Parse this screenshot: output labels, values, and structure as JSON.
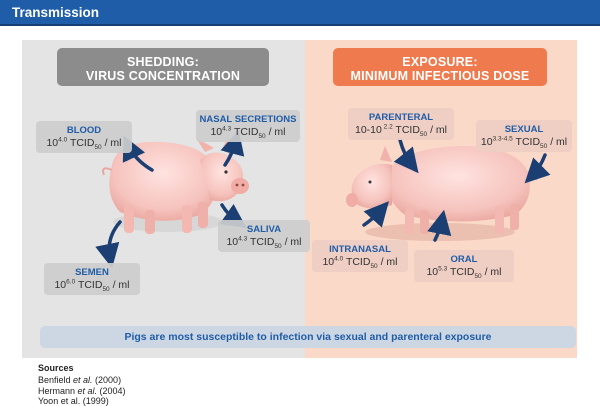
{
  "header": {
    "title": "Transmission"
  },
  "shedding": {
    "title_line1": "SHEDDING:",
    "title_line2": "VIRUS CONCENTRATION",
    "items": [
      {
        "title": "BLOOD",
        "base": "10",
        "exp": "4.0",
        "tcid": "TCID",
        "sub": "50",
        "unit": " / ml"
      },
      {
        "title": "NASAL SECRETIONS",
        "base": "10",
        "exp": "4.3",
        "tcid": "TCID",
        "sub": "50",
        "unit": " / ml"
      },
      {
        "title": "SALIVA",
        "base": "10",
        "exp": "4.3",
        "tcid": "TCID",
        "sub": "50",
        "unit": " / ml"
      },
      {
        "title": "SEMEN",
        "base": "10",
        "exp": "6.0",
        "tcid": "TCID",
        "sub": "50",
        "unit": " / ml"
      }
    ]
  },
  "exposure": {
    "title_line1": "EXPOSURE:",
    "title_line2": "MINIMUM INFECTIOUS DOSE",
    "items": [
      {
        "title": "PARENTERAL",
        "base": "10-10",
        "exp": " 2.2",
        "tcid": "TCID",
        "sub": "50",
        "unit": " / ml"
      },
      {
        "title": "SEXUAL",
        "base": "10",
        "exp": "3.3-4.5",
        "tcid": "TCID",
        "sub": "50",
        "unit": " / ml"
      },
      {
        "title": "INTRANASAL",
        "base": "10",
        "exp": "4.0",
        "tcid": "TCID",
        "sub": "50",
        "unit": " / ml"
      },
      {
        "title": "ORAL",
        "base": "10",
        "exp": "5.3",
        "tcid": "TCID",
        "sub": "50",
        "unit": " / ml"
      }
    ]
  },
  "summary": "Pigs are most susceptible to infection via sexual and parenteral exposure",
  "sources": {
    "title": "Sources",
    "items": [
      {
        "author": "Benfield ",
        "etal": "et al.",
        "year": " (2000)"
      },
      {
        "author": "Hermann ",
        "etal": "et al.",
        "year": " (2004)"
      },
      {
        "author": "Yoon et al. (1999)",
        "etal": "",
        "year": ""
      }
    ]
  },
  "colors": {
    "header": "#1f5da8",
    "shedding": "#8c8c8c",
    "exposure": "#ef7a4e",
    "label_title": "#1f5da8",
    "arrow": "#1c3f73"
  },
  "icons": [
    "pig-standing-image",
    "pig-side-image",
    "curved-arrow-icon"
  ]
}
